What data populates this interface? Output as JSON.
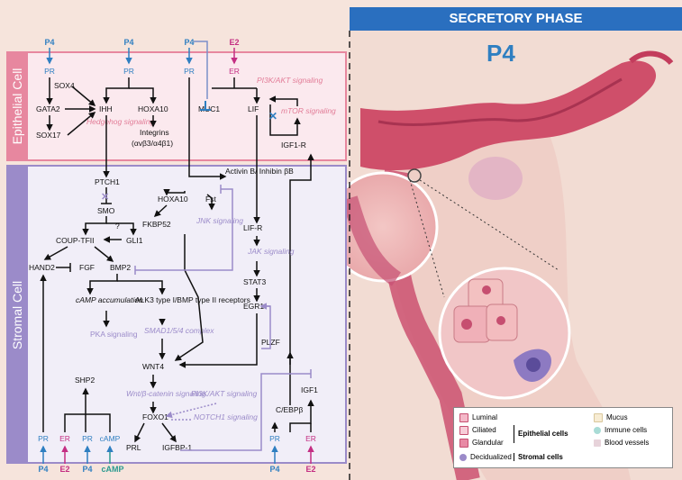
{
  "header": {
    "title": "SECRETORY PHASE"
  },
  "big_label": "P4",
  "panels": {
    "epithelial": "Epithelial Cell",
    "stromal": "Stromal Cell"
  },
  "top_inputs": [
    "P4",
    "P4",
    "P4",
    "E2"
  ],
  "epi": {
    "pr1": "PR",
    "pr2": "PR",
    "pr3": "PR",
    "er": "ER",
    "sox4": "SOX4",
    "gata2": "GATA2",
    "sox17": "SOX17",
    "ihh": "IHH",
    "hedgehog": "Hedgehog signaling",
    "hoxa10": "HOXA10",
    "integrins1": "Integrins",
    "integrins2": "(αvβ3/α4β1)",
    "muc1": "MUC1",
    "lif": "LIF",
    "pi3k": "PI3K/AKT signaling",
    "mtor": "mTOR signaling",
    "igf1r": "IGF1-R"
  },
  "stroma": {
    "activin": "Activin B/ Inhibin βB",
    "ptch1": "PTCH1",
    "smo": "SMO",
    "hoxa10": "HOXA10",
    "fst": "Fst",
    "fkbp52": "FKBP52",
    "jnk": "JNK signaling",
    "q": "?",
    "coup": "COUP-TFII",
    "gli1": "GLI1",
    "hand2": "HAND2",
    "fgf": "FGF",
    "bmp2": "BMP2",
    "lifr": "LIF-R",
    "jak": "JAK signaling",
    "stat3": "STAT3",
    "egr1": "EGR1",
    "camp_acc": "cAMP accumulation",
    "pka": "PKA signaling",
    "alk3": "ALK3 type I/BMP type II receptors",
    "smad": "SMAD1/5/4 complex",
    "plzf": "PLZF",
    "wnt4": "WNT4",
    "shp2": "SHP2",
    "wnt_beta": "Wnt/β-catenin signaling",
    "pi3k": "PI3K/AKT signaling",
    "igf1": "IGF1",
    "cebpb": "C/EBPβ",
    "foxo1": "FOXO1",
    "notch1": "NOTCH1 signaling",
    "prl": "PRL",
    "igfbp1": "IGFBP-1",
    "pr_a": "PR",
    "er_b": "ER",
    "pr_c": "PR",
    "camp_c": "cAMP",
    "pr_d": "PR",
    "er_e": "ER"
  },
  "bottom_inputs": [
    "P4",
    "E2",
    "P4",
    "cAMP",
    "P4",
    "E2"
  ],
  "legend": {
    "luminal": "Luminal",
    "ciliated": "Ciliated",
    "glandular": "Glandular",
    "epithelial_cells": "Epithelial cells",
    "decidualized": "Decidualized",
    "stromal_cells": "Stromal cells",
    "mucus": "Mucus",
    "immune": "Immune cells",
    "vessels": "Blood vessels"
  },
  "colors": {
    "progesterone_blue": "#2f7fc1",
    "estrogen_pink": "#c42f83",
    "signaling_purple": "#9b8bc9",
    "epithelial_pink": "#e7879f",
    "header_blue": "#2a6fbf"
  }
}
